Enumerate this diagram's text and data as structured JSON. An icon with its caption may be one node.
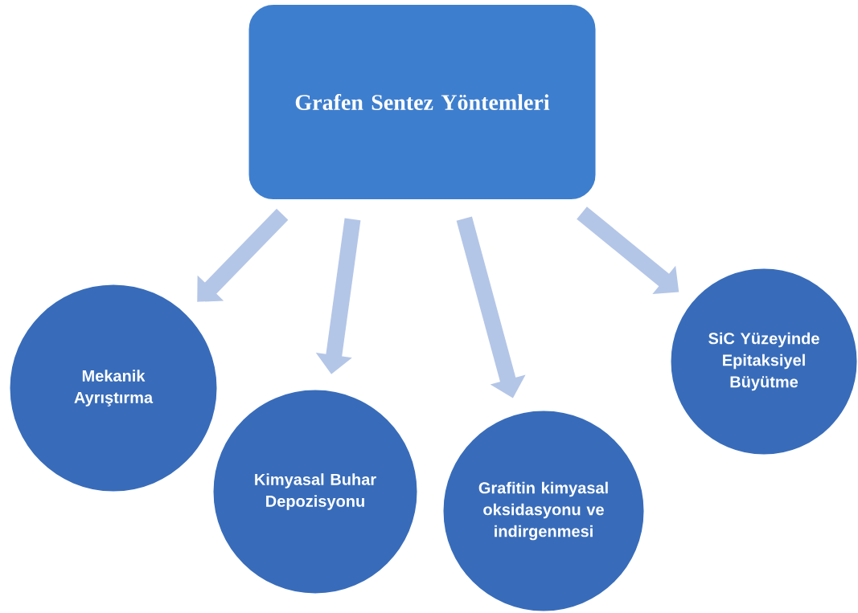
{
  "diagram": {
    "nodes": [
      {
        "text": [
          "Grafen Sentez Yöntemleri"
        ]
      },
      {
        "text": [
          "Mekanik Ayrıştırma"
        ]
      },
      {
        "text": [
          "Kimyasal Buhar Depozisyonu"
        ]
      },
      {
        "text": [
          "Grafitin kimyasal oksidasyonu ve indirgenmesi"
        ]
      },
      {
        "text": [
          "SiC Yüzeyinde Epitaksiyel Büyütme"
        ]
      }
    ],
    "edges": [
      {
        "from": 0,
        "to": 1,
        "arrow": "to"
      },
      {
        "from": 0,
        "to": 2,
        "arrow": "to"
      },
      {
        "from": 0,
        "to": 3,
        "arrow": "to"
      },
      {
        "from": 0,
        "to": 4,
        "arrow": "to"
      }
    ]
  }
}
